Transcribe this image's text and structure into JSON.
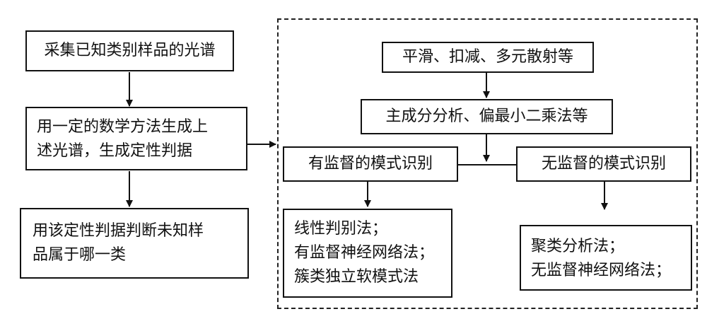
{
  "left": {
    "step1": "采集已知类别样品的光谱",
    "step2": "用一定的数学方法生成上\n述光谱，生成定性判据",
    "step3": "用该定性判据判断未知样\n品属于哪一类"
  },
  "right": {
    "preprocess": "平滑、扣减、多元散射等",
    "feature": "主成分分析、偏最小二乘法等",
    "supervised": {
      "title": "有监督的模式识别",
      "methods": "线性判别法；\n有监督神经网络法；\n簇类独立软模式法"
    },
    "unsupervised": {
      "title": "无监督的模式识别",
      "methods": "聚类分析法；\n无监督神经网络法；"
    }
  }
}
